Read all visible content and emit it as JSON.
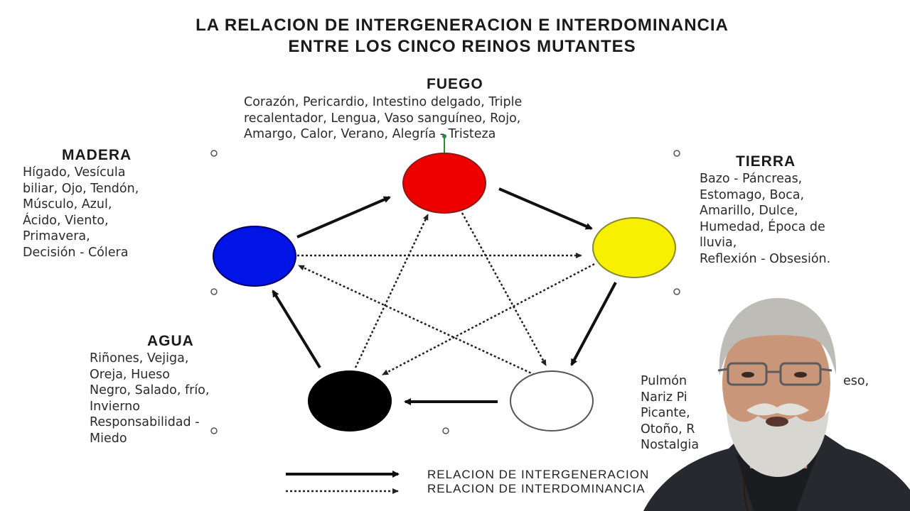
{
  "title": {
    "line1": "LA RELACION DE INTERGENERACION E INTERDOMINANCIA",
    "line2": "ENTRE LOS CINCO REINOS MUTANTES"
  },
  "elements": {
    "fuego": {
      "name": "FUEGO",
      "color": "#ee0000",
      "desc": "Corazón, Pericardio, Intestino delgado, Triple\nrecalentador,  Lengua, Vaso sanguíneo, Rojo,\nAmargo, Calor, Verano,  Alegría - Tristeza"
    },
    "tierra": {
      "name": "TIERRA",
      "color": "#f7f000",
      "desc": "Bazo - Páncreas,\nEstomago, Boca,\nAmarillo, Dulce,\nHumedad, Época de\nlluvia,\nReflexión - Obsesión."
    },
    "metal": {
      "name": "",
      "color": "#ffffff",
      "desc": "Pulmón\nNariz Pi\nPicante,\nOtoño,  R\nNostalgia",
      "desc_right": "eso,"
    },
    "agua": {
      "name": "AGUA",
      "color": "#000000",
      "desc": "Riñones, Vejiga,\nOreja, Hueso\nNegro, Salado, frío,\nInvierno\nResponsabilidad -\nMiedo"
    },
    "madera": {
      "name": "MADERA",
      "color": "#0014e6",
      "desc": "Hígado, Vesícula\nbiliar, Ojo, Tendón,\nMúsculo, Azul,\nÁcido, Viento,\nPrimavera,\nDecisión - Cólera"
    }
  },
  "legend": {
    "intergeneracion": "RELACION DE INTERGENERACION",
    "interdominancia": "RELACION DE INTERDOMINANCIA"
  },
  "colors": {
    "arrow": "#111111",
    "dotted": "#222222",
    "presenter_jacket": "#262a2e"
  }
}
